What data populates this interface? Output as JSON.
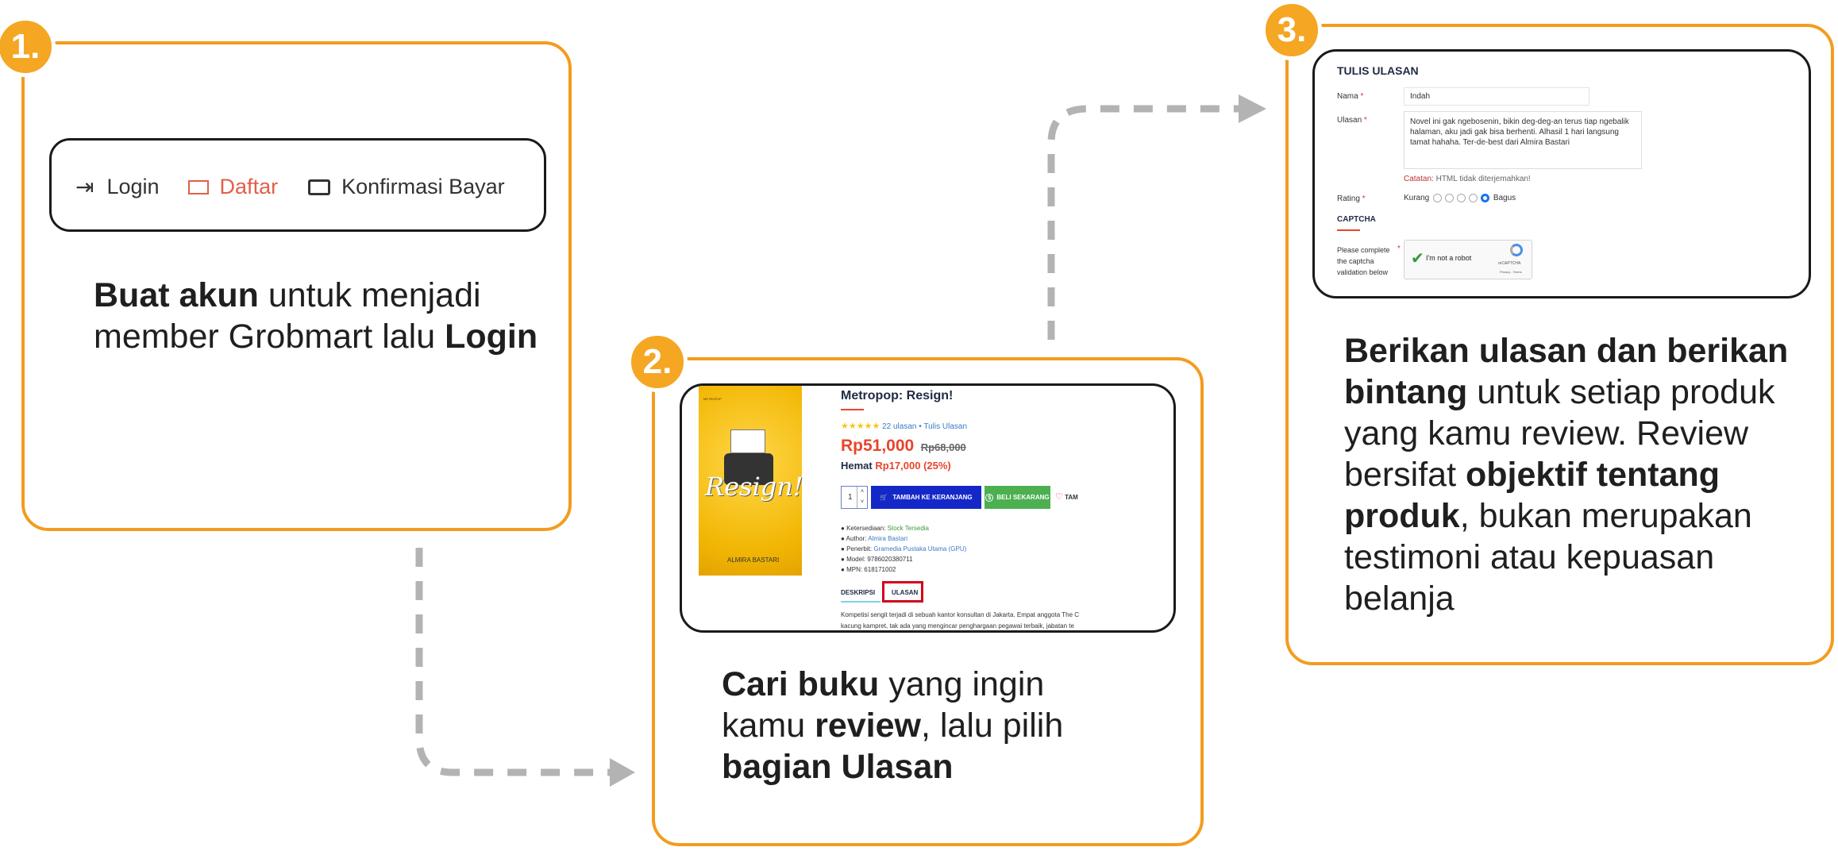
{
  "steps": [
    {
      "number": "1.",
      "desc_parts": [
        "Buat akun",
        " untuk menjadi member Grobmart lalu ",
        "Login"
      ],
      "nav": {
        "login": "Login",
        "daftar": "Daftar",
        "konfirmasi": "Konfirmasi Bayar"
      }
    },
    {
      "number": "2.",
      "desc_parts": [
        "Cari buku",
        " yang ingin kamu ",
        "review",
        ", lalu pilih ",
        "bagian Ulasan"
      ]
    },
    {
      "number": "3.",
      "desc_parts": [
        "Berikan ulasan dan berikan bintang",
        " untuk setiap produk yang kamu review. Review bersifat ",
        "objektif tentang produk",
        ", bukan merupakan testimoni atau kepuasan belanja"
      ]
    }
  ],
  "product": {
    "cover_title": "Resign!",
    "cover_author": "ALMIRA BASTARI",
    "cover_publisher": "METROPOP",
    "title": "Metropop: Resign!",
    "stars": 5,
    "reviews": "22 ulasan",
    "write_review": "Tulis Ulasan",
    "sep": "•",
    "price": "Rp51,000",
    "old_price": "Rp68,000",
    "save_label": "Hemat",
    "save_value": "Rp17,000 (25%)",
    "qty": "1",
    "add_cart": "TAMBAH KE KERANJANG",
    "buy_now": "BELI SEKARANG",
    "wishlist": "TAM",
    "specs": [
      {
        "k": "Ketersediaan:",
        "v": "Stock Tersedia",
        "c": "#3a9a3a"
      },
      {
        "k": "Author:",
        "v": "Almira Bastari",
        "c": "#3a7bc8"
      },
      {
        "k": "Penerbit:",
        "v": "Gramedia Pustaka Utama (GPU)",
        "c": "#3a7bc8"
      },
      {
        "k": "Model:",
        "v": "9786020380711",
        "c": "#333"
      },
      {
        "k": "MPN:",
        "v": "618171002",
        "c": "#333"
      }
    ],
    "tab_desc": "DESKRIPSI",
    "tab_review": "ULASAN",
    "blurb1": "Kompetisi sengit terjadi di sebuah kantor konsultan di Jakarta. Empat anggota The C",
    "blurb2": "kacung kampret, tak ada yang mengincar penghargaan pegawai terbaik, jabatan te"
  },
  "review_form": {
    "title": "TULIS ULASAN",
    "name_label": "Nama",
    "name_value": "Indah",
    "review_label": "Ulasan",
    "review_value": "Novel ini gak ngebosenin, bikin deg-deg-an terus tiap ngebalik halaman, aku jadi gak bisa berhenti. Alhasil 1 hari langsung tamat hahaha. Ter-de-best dari Almira Bastari",
    "note_label": "Catatan:",
    "note_text": "HTML tidak diterjemahkan!",
    "rating_label": "Rating",
    "rating_low": "Kurang",
    "rating_high": "Bagus",
    "rating_value": 5,
    "captcha_title": "CAPTCHA",
    "captcha_label": "Please complete the captcha validation below",
    "robot": "I'm not a robot",
    "recaptcha": "reCAPTCHA",
    "privacy": "Privacy - Terms",
    "req": "*"
  },
  "colors": {
    "accent": "#f39c1f",
    "cart": "#1428c8",
    "buy": "#4caf50",
    "price": "#e8452c"
  }
}
